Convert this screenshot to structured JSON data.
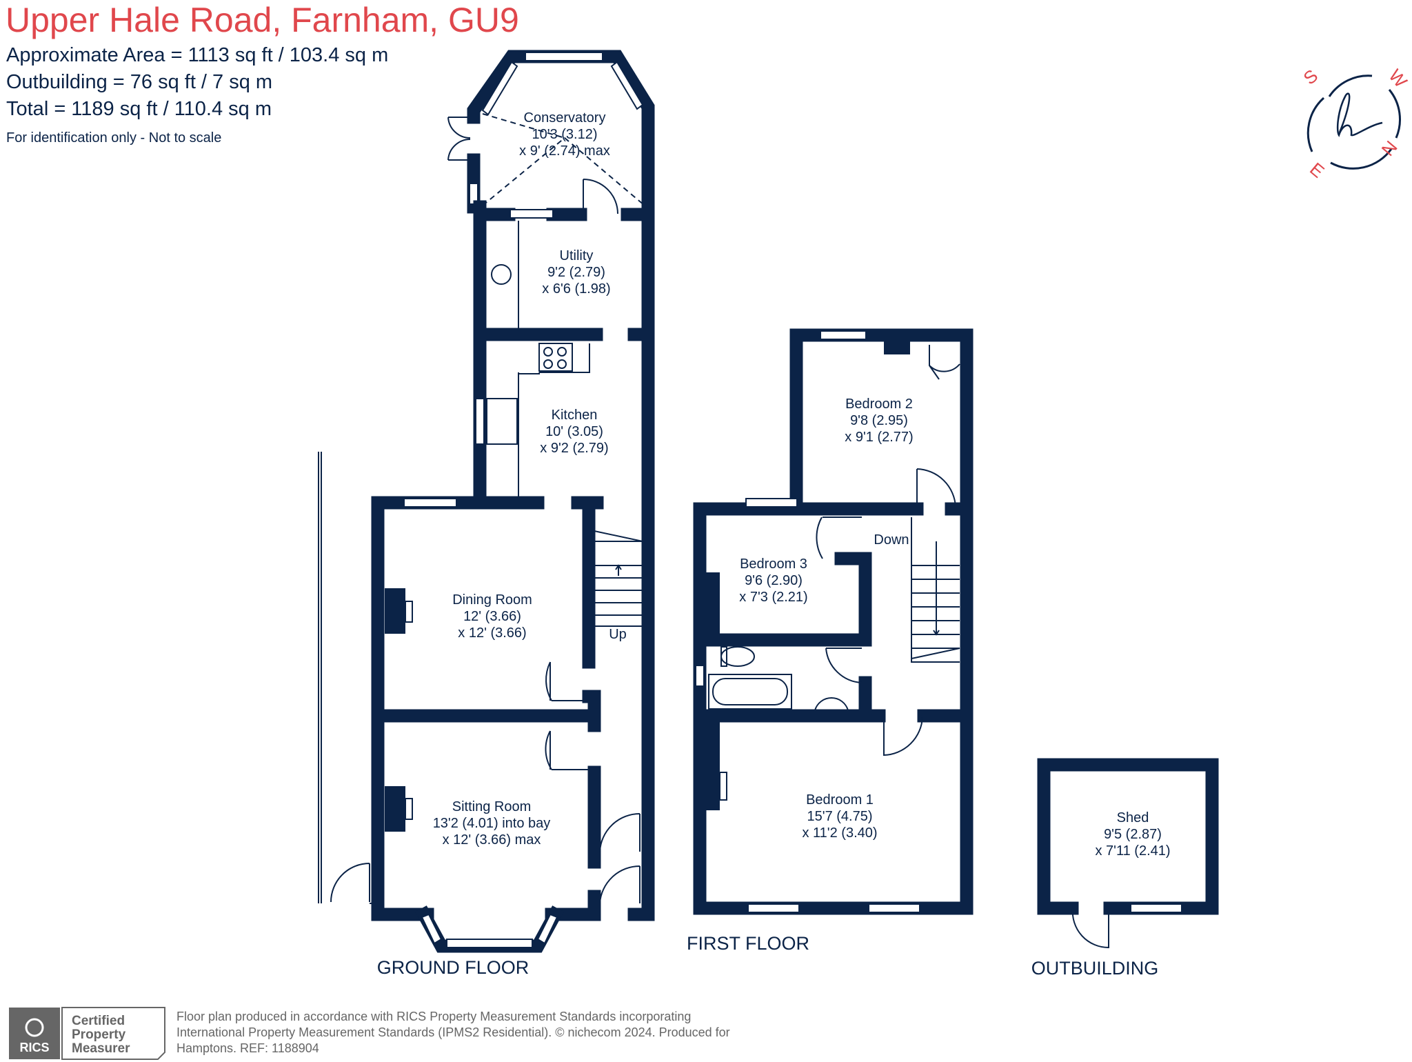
{
  "header": {
    "title": "Upper Hale Road, Farnham, GU9",
    "approx_area": "Approximate Area = 1113 sq ft / 103.4 sq m",
    "outbuilding": "Outbuilding = 76 sq ft / 7 sq m",
    "total": "Total = 1189 sq ft / 110.4 sq m",
    "note": "For identification only - Not to scale"
  },
  "rooms": {
    "conservatory": {
      "name": "Conservatory",
      "l1": "10'3 (3.12)",
      "l2": "x 9' (2.74) max"
    },
    "utility": {
      "name": "Utility",
      "l1": "9'2 (2.79)",
      "l2": "x 6'6 (1.98)"
    },
    "kitchen": {
      "name": "Kitchen",
      "l1": "10' (3.05)",
      "l2": "x 9'2 (2.79)"
    },
    "dining": {
      "name": "Dining Room",
      "l1": "12' (3.66)",
      "l2": "x 12' (3.66)"
    },
    "sitting": {
      "name": "Sitting Room",
      "l1": "13'2 (4.01) into bay",
      "l2": "x 12' (3.66) max"
    },
    "bedroom2": {
      "name": "Bedroom 2",
      "l1": "9'8 (2.95)",
      "l2": "x 9'1 (2.77)"
    },
    "bedroom3": {
      "name": "Bedroom 3",
      "l1": "9'6 (2.90)",
      "l2": "x 7'3 (2.21)"
    },
    "bedroom1": {
      "name": "Bedroom 1",
      "l1": "15'7 (4.75)",
      "l2": "x 11'2 (3.40)"
    },
    "shed": {
      "name": "Shed",
      "l1": "9'5 (2.87)",
      "l2": "x 7'11 (2.41)"
    }
  },
  "stairs": {
    "up": "Up",
    "down": "Down"
  },
  "floors": {
    "ground": "GROUND FLOOR",
    "first": "FIRST FLOOR",
    "outbuilding": "OUTBUILDING"
  },
  "compass": {
    "letters": [
      "S",
      "W",
      "N",
      "E"
    ],
    "logo": "h"
  },
  "footer": {
    "badge_org": "RICS",
    "badge_l1": "Certified",
    "badge_l2": "Property",
    "badge_l3": "Measurer",
    "line1": "Floor plan produced in accordance with RICS Property Measurement Standards incorporating",
    "line2": "International Property Measurement Standards (IPMS2 Residential).  © nichecom 2024.   Produced for",
    "line3": "Hamptons.   REF: 1188904"
  },
  "colors": {
    "wall": "#0b2347",
    "title": "#e0474c",
    "footer": "#666666"
  }
}
